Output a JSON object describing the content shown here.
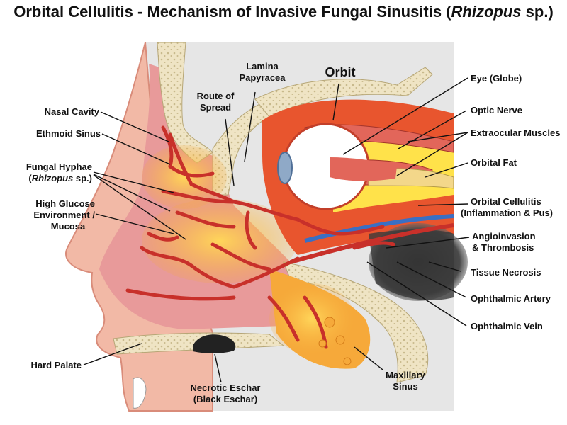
{
  "title": {
    "prefix": "Orbital Cellulitis - Mechanism of Invasive Fungal Sinusitis (",
    "organism": "Rhizopus",
    "suffix": " sp.)"
  },
  "labels": {
    "orbit": "Orbit",
    "lamina_1": "Lamina",
    "lamina_2": "Papyracea",
    "route_1": "Route of",
    "route_2": "Spread",
    "nasal_cavity": "Nasal Cavity",
    "ethmoid_sinus": "Ethmoid Sinus",
    "fungal_hyphae": "Fungal Hyphae",
    "hyphae_organism": "Rhizopus",
    "hyphae_suffix": " sp.)",
    "hyphae_prefix": "(",
    "glucose_1": "High Glucose",
    "glucose_2": "Environment /",
    "glucose_3": "Mucosa",
    "hard_palate": "Hard Palate",
    "eschar_1": "Necrotic Eschar",
    "eschar_2": "(Black Eschar)",
    "maxillary_1": "Maxillary",
    "maxillary_2": "Sinus",
    "eye_globe": "Eye (Globe)",
    "optic_nerve": "Optic Nerve",
    "extraocular": "Extraocular Muscles",
    "orbital_fat": "Orbital Fat",
    "cellulitis_1": "Orbital Cellulitis",
    "cellulitis_2": "(Inflammation & Pus)",
    "angio_1": "Angioinvasion",
    "angio_2": "& Thrombosis",
    "necrosis": "Tissue Necrosis",
    "artery": "Ophthalmic Artery",
    "vein": "Ophthalmic Vein"
  },
  "colors": {
    "skin": "#f2b9a6",
    "skin_dark": "#d98c7a",
    "bone": "#efe4c4",
    "bone_dot": "#c8b98c",
    "mucosa": "#e89a9a",
    "infection": "#f6a93a",
    "infection_light": "#ffd65a",
    "hyphae": "#c8302a",
    "orbit_tissue": "#e8552e",
    "fat": "#ffe24a",
    "muscle": "#e2665a",
    "vein": "#3a6fc4",
    "necrosis": "#3a3a3a",
    "eschar": "#222222",
    "background_tissue": "#e6e6e6"
  }
}
